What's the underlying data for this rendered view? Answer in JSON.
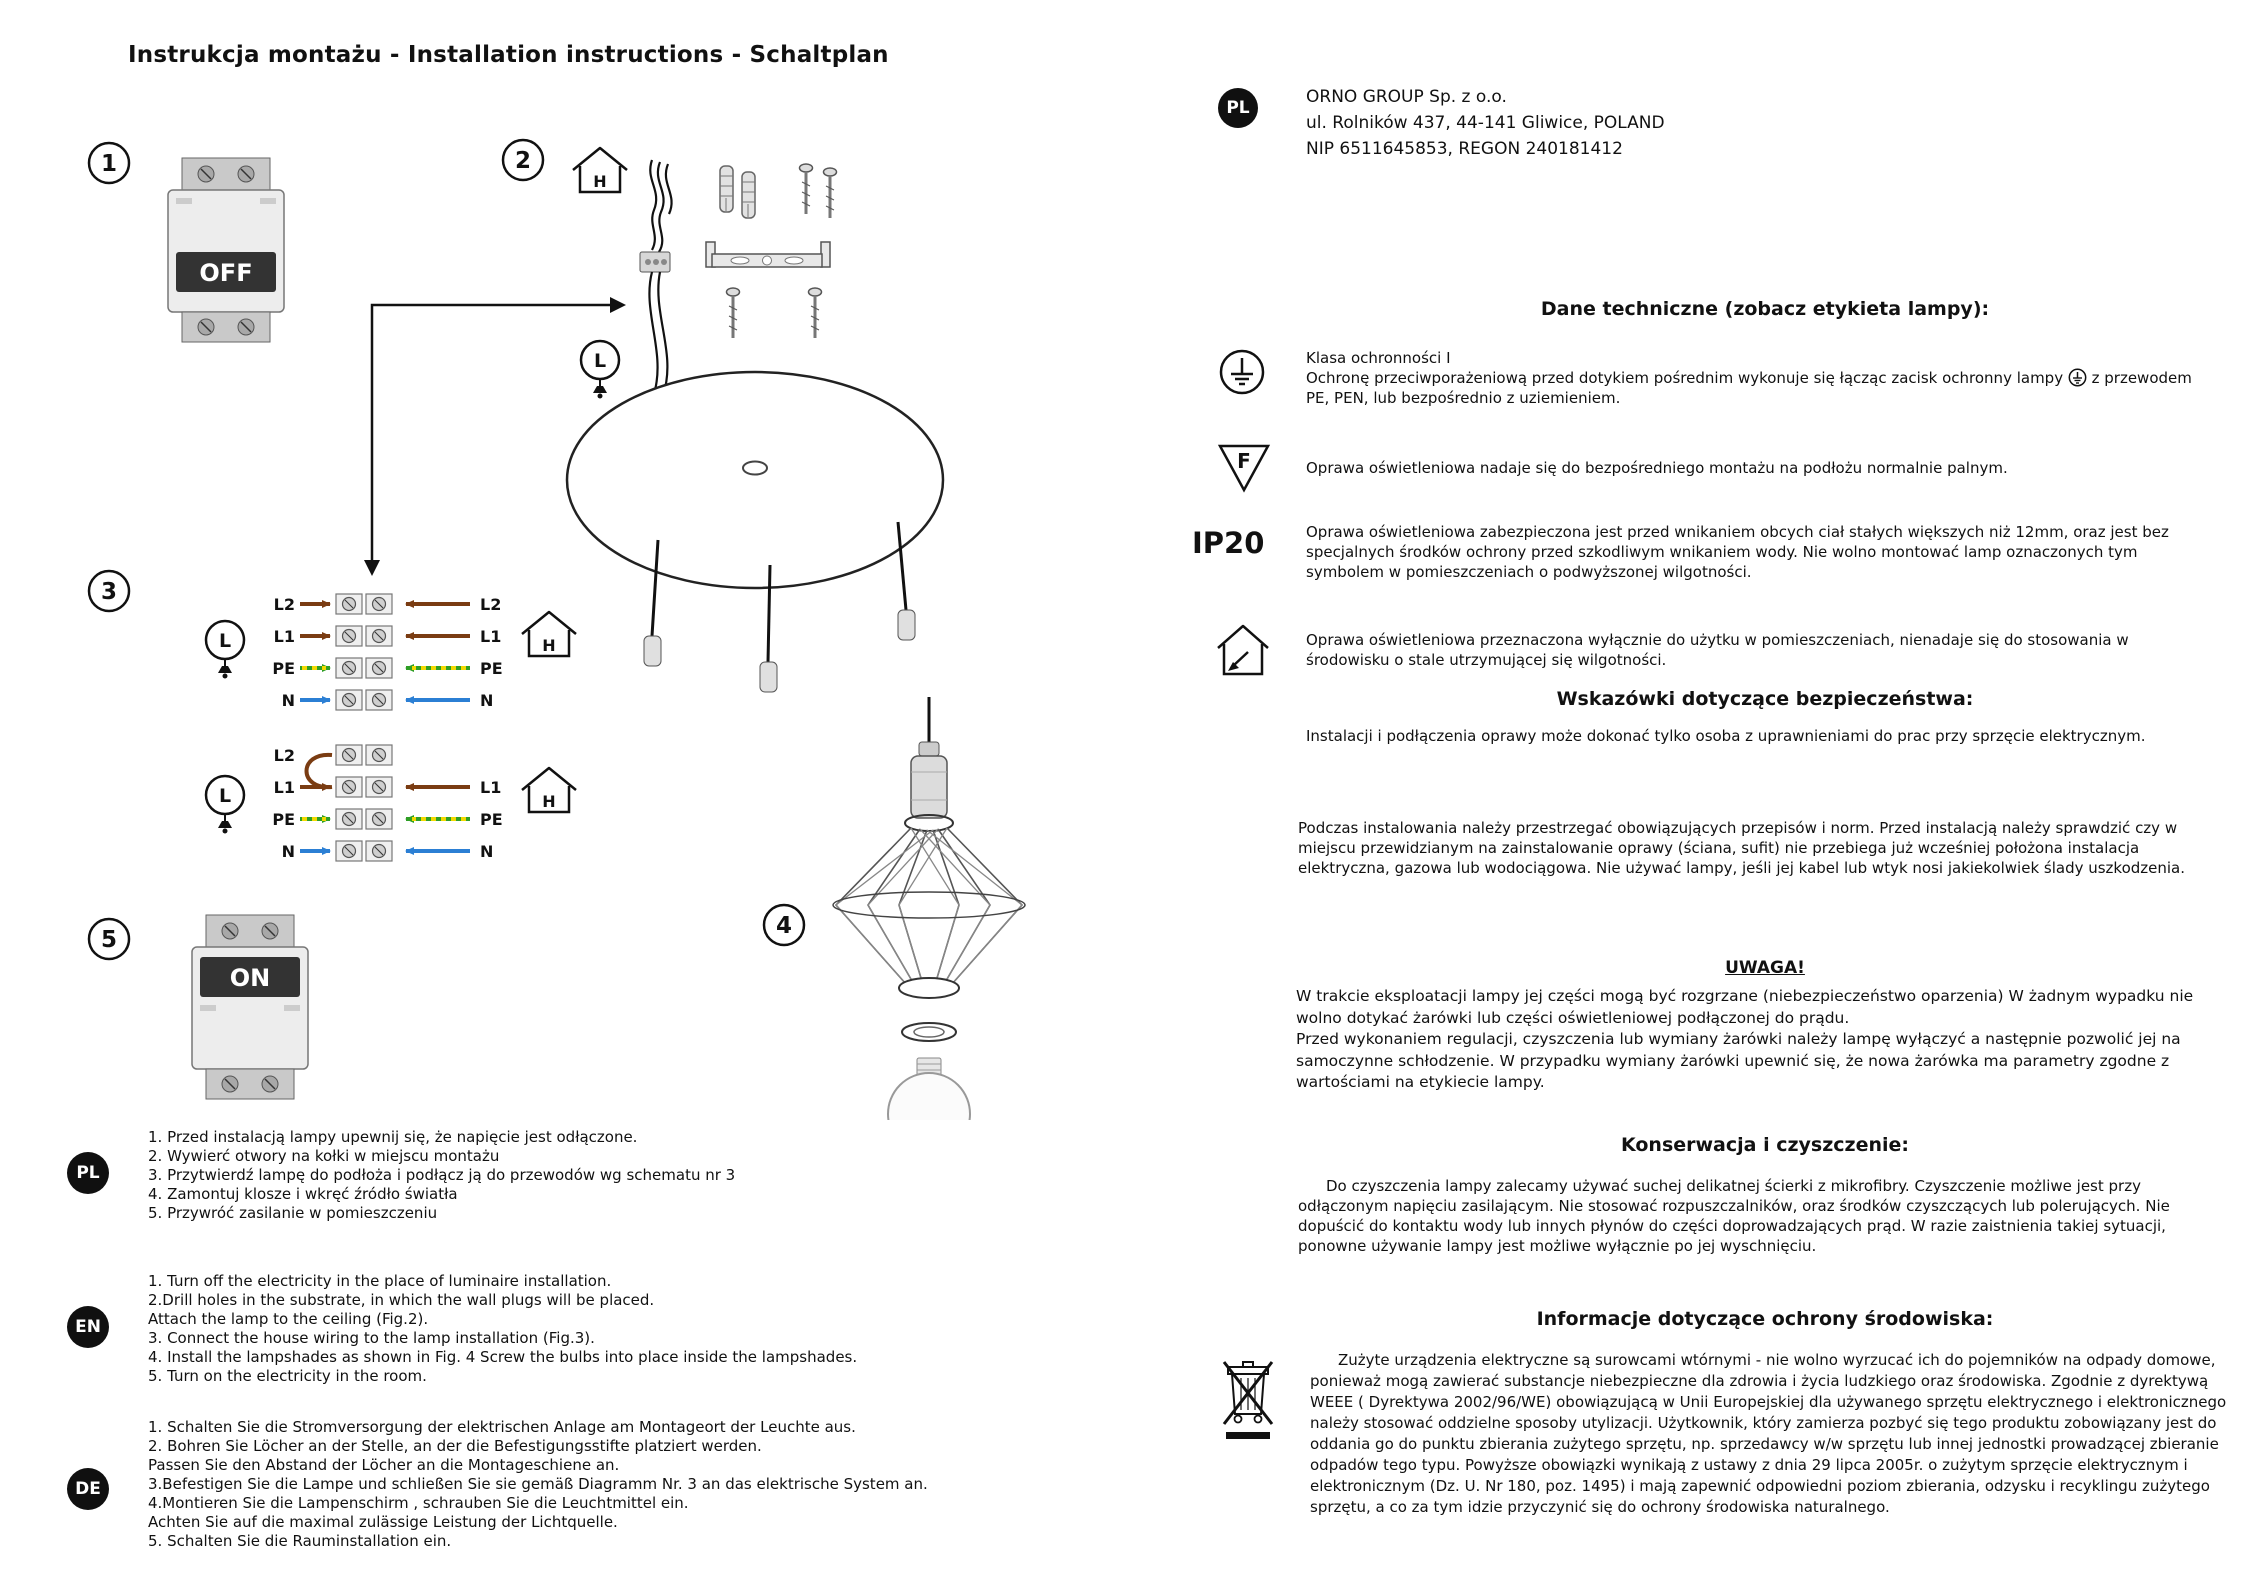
{
  "page": {
    "title": "Instrukcja montażu  -  Installation instructions - Schaltplan"
  },
  "steps": {
    "n1": "1",
    "n2": "2",
    "n3": "3",
    "n4": "4",
    "n5": "5",
    "breaker_off": "OFF",
    "breaker_on": "ON",
    "house_label": "H",
    "lamp_label": "L"
  },
  "wiring": {
    "left1": [
      "L2",
      "L1",
      "PE",
      "N"
    ],
    "right1": [
      "L2",
      "L1",
      "PE",
      "N"
    ],
    "left2": [
      "L2",
      "L1",
      "PE",
      "N"
    ],
    "right2": [
      "L1",
      "PE",
      "N"
    ],
    "colors": {
      "live": "#7a3c12",
      "pe_green": "#2f9e24",
      "pe_yellow": "#f2d900",
      "neutral": "#2b7fd4"
    }
  },
  "instructions": {
    "pl": {
      "badge": "PL",
      "lines": [
        "1. Przed instalacją lampy upewnij się, że napięcie jest odłączone.",
        "2. Wywierć otwory na kołki w miejscu montażu",
        "3. Przytwierdź lampę do podłoża i podłącz ją do przewodów wg schematu nr 3",
        "4. Zamontuj klosze  i wkręć źródło światła",
        "5. Przywróć zasilanie w pomieszczeniu"
      ]
    },
    "en": {
      "badge": "EN",
      "lines": [
        "1. Turn off the electricity in the place of luminaire installation.",
        "2.Drill holes in the substrate, in which the wall plugs will be placed.",
        "Attach the lamp to the ceiling (Fig.2).",
        "3. Connect the house wiring to the lamp installation (Fig.3).",
        "4. Install the lampshades as shown in Fig. 4 Screw the bulbs into place inside the lampshades.",
        "5. Turn on the electricity in the room."
      ]
    },
    "de": {
      "badge": "DE",
      "lines": [
        "1. Schalten Sie die Stromversorgung der elektrischen Anlage am Montageort der Leuchte aus.",
        "2. Bohren Sie Löcher an der Stelle, an der die Befestigungsstifte platziert werden.",
        "Passen Sie den Abstand der Löcher an die Montageschiene an.",
        "3.Befestigen Sie die Lampe und schließen Sie sie gemäß Diagramm Nr. 3 an das elektrische System an.",
        "4.Montieren Sie die Lampenschirm , schrauben Sie die Leuchtmittel ein.",
        "Achten Sie auf die maximal zulässige Leistung der Lichtquelle.",
        "5. Schalten Sie die Rauminstallation ein."
      ]
    }
  },
  "company": {
    "badge": "PL",
    "name": "ORNO GROUP Sp. z o.o.",
    "address": "ul. Rolników 437, 44-141 Gliwice, POLAND",
    "registration": "NIP 6511645853, REGON 240181412"
  },
  "right": {
    "tech_heading": "Dane techniczne (zobacz etykieta lampy):",
    "class_title": "Klasa ochronności I",
    "class_text_a": "Ochronę przeciwporażeniową przed dotykiem pośrednim wykonuje się łącząc zacisk ochronny lampy ",
    "class_text_b": " z przewodem PE, PEN, lub bezpośrednio z uziemieniem.",
    "f_label": "F",
    "f_text": "Oprawa oświetleniowa nadaje się do bezpośredniego montażu na podłożu normalnie palnym.",
    "ip_label": "IP20",
    "ip_text": "Oprawa oświetleniowa zabezpieczona jest przed wnikaniem obcych ciał stałych większych niż 12mm, oraz jest bez specjalnych środków ochrony przed szkodliwym wnikaniem wody. Nie wolno montować lamp oznaczonych tym symbolem w pomieszczeniach o podwyższonej wilgotności.",
    "indoor_text": "Oprawa oświetleniowa przeznaczona wyłącznie do użytku w pomieszczeniach, nienadaje się do stosowania w środowisku o stale utrzymującej się wilgotności.",
    "safety_heading": "Wskazówki dotyczące bezpieczeństwa:",
    "safety_p1": "Instalacji i podłączenia oprawy może dokonać tylko osoba z uprawnieniami do prac przy sprzęcie elektrycznym.",
    "safety_p2": "Podczas instalowania należy przestrzegać obowiązujących przepisów i norm. Przed instalacją należy sprawdzić czy w miejscu przewidzianym na zainstalowanie oprawy (ściana, sufit) nie przebiega już wcześniej położona instalacja elektryczna, gazowa lub wodociągowa.  Nie używać lampy, jeśli jej kabel lub wtyk nosi jakiekolwiek ślady uszkodzenia.",
    "uwaga_heading": "UWAGA!",
    "uwaga_text": "W trakcie eksploatacji lampy jej części mogą być rozgrzane (niebezpieczeństwo oparzenia) W żadnym wypadku nie wolno dotykać żarówki lub części oświetleniowej podłączonej do prądu.\nPrzed wykonaniem regulacji, czyszczenia lub wymiany żarówki należy lampę wyłączyć a następnie pozwolić jej na samoczynne schłodzenie. W przypadku wymiany żarówki upewnić się, że nowa żarówka ma parametry zgodne z wartościami na etykiecie lampy.",
    "maintenance_heading": "Konserwacja i czyszczenie:",
    "maintenance_text": "Do czyszczenia lampy zalecamy używać suchej delikatnej ścierki z mikrofibry. Czyszczenie możliwe jest przy odłączonym napięciu zasilającym. Nie stosować rozpuszczalników, oraz środków czyszczących lub polerujących. Nie dopuścić do kontaktu wody lub innych płynów do części doprowadzających prąd. W razie zaistnienia takiej sytuacji, ponowne używanie lampy jest możliwe wyłącznie po jej wyschnięciu.",
    "env_heading": "Informacje dotyczące ochrony środowiska:",
    "env_text": "Zużyte urządzenia elektryczne są surowcami wtórnymi - nie wolno wyrzucać ich do pojemników na odpady domowe, ponieważ mogą zawierać substancje niebezpieczne dla zdrowia i życia ludzkiego oraz środowiska. Zgodnie z dyrektywą WEEE ( Dyrektywa 2002/96/WE) obowiązującą w Unii Europejskiej dla używanego sprzętu elektrycznego i elektronicznego należy stosować oddzielne sposoby utylizacji.  Użytkownik, który zamierza pozbyć się tego produktu zobowiązany jest do oddania go do punktu zbierania zużytego sprzętu, np. sprzedawcy w/w sprzętu lub innej jednostki prowadzącej zbieranie odpadów tego typu. Powyższe obowiązki wynikają z ustawy z dnia 29 lipca 2005r. o zużytym sprzęcie elektrycznym i elektronicznym (Dz. U. Nr 180, poz. 1495) i mają zapewnić odpowiedni poziom zbierania, odzysku i recyklingu zużytego sprzętu, a co za tym idzie przyczynić się do ochrony środowiska naturalnego."
  }
}
